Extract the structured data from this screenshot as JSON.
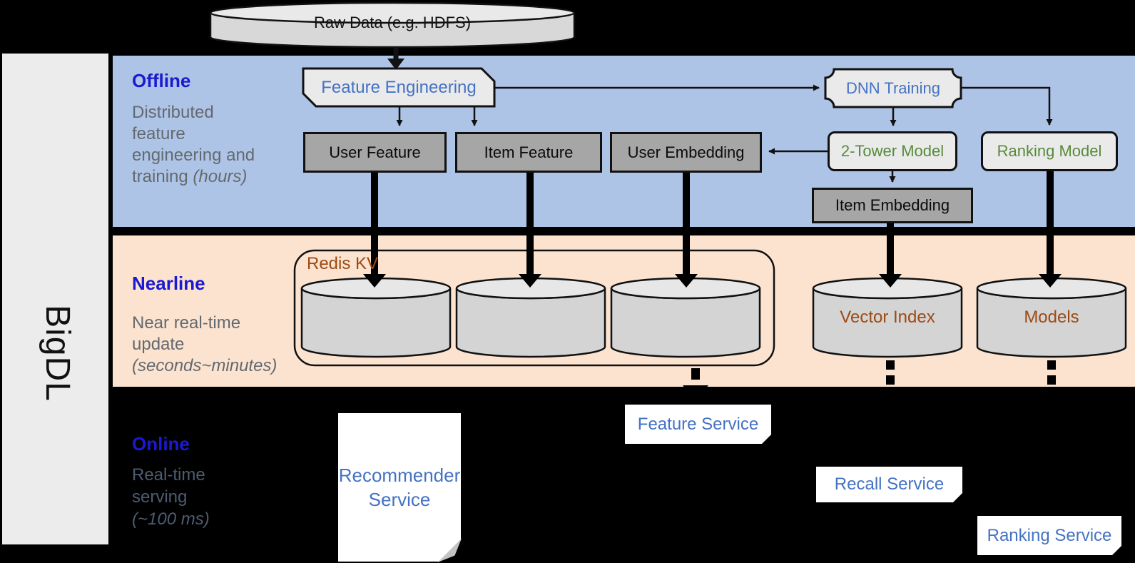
{
  "sidebar": {
    "brand": "BigDL"
  },
  "sections": {
    "offline": {
      "label": "Offline",
      "line1": "Distributed",
      "line2": "feature",
      "line3": "engineering and",
      "line4": "training ",
      "line4_italic": "(hours)"
    },
    "nearline": {
      "label": "Nearline",
      "line1": "Near real-time",
      "line2": "update",
      "line3_italic": "(seconds~minutes)"
    },
    "online": {
      "label": "Online",
      "line1": "Real-time",
      "line2": "serving",
      "line3_italic": "(~100 ms)"
    }
  },
  "nodes": {
    "raw_data": "Raw Data (e.g. HDFS)",
    "feature_engineering": "Feature Engineering",
    "dnn_training": "DNN Training",
    "user_feature": "User Feature",
    "item_feature": "Item Feature",
    "user_embedding": "User Embedding",
    "two_tower_model": "2-Tower Model",
    "ranking_model": "Ranking Model",
    "item_embedding": "Item Embedding",
    "redis_kv": "Redis KV",
    "vector_index": "Vector Index",
    "models": "Models",
    "feature_service": "Feature Service",
    "recall_service": "Recall Service",
    "ranking_service": "Ranking Service",
    "recommender_line1": "Recommender",
    "recommender_line2": "Service"
  },
  "colors": {
    "background": "#000000",
    "sidebar_bg": "#ececec",
    "offline_bg": "#aec4e6",
    "nearline_bg": "#fbe3d0",
    "section_label_blue": "#1a1ad1",
    "desc_gray": "#63696f",
    "online_desc_gray": "#4d5c72",
    "node_text_blue": "#4472c4",
    "node_text_green": "#568b3a",
    "storage_text_brown": "#9c4a14",
    "gray_box_fill": "#a6a6a6",
    "light_box_fill": "#eaeaea",
    "cylinder_fill": "#d4d4d4",
    "service_bg": "#ffffff"
  }
}
